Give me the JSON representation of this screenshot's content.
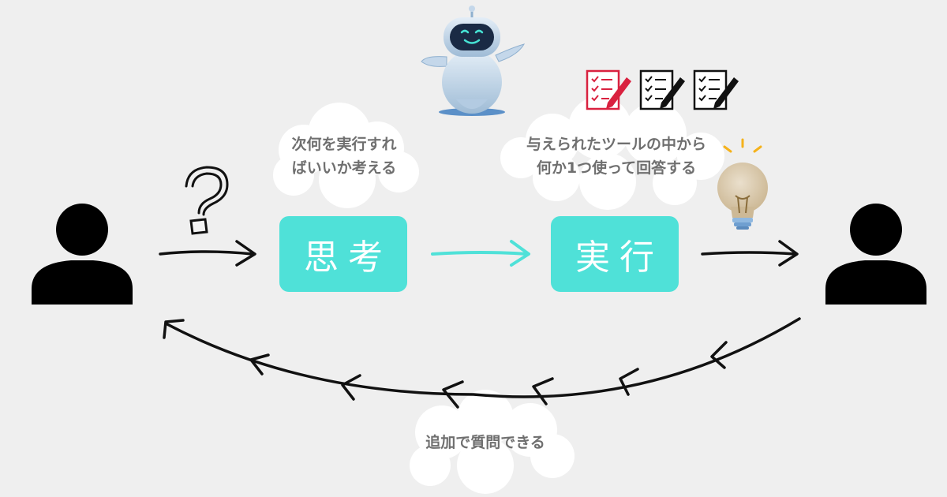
{
  "nodes": {
    "think_label": "思考",
    "execute_label": "実行"
  },
  "clouds": {
    "think_line1": "次何を実行すれ",
    "think_line2": "ばいいか考える",
    "execute_line1": "与えられたツールの中から",
    "execute_line2": "何か1つ使って回答する",
    "followup": "追加で質問できる"
  },
  "icons": {
    "left_user": "user-icon",
    "right_user": "user-icon",
    "question": "question-mark-icon",
    "robot": "robot-icon",
    "checklists": [
      "checklist-icon",
      "checklist-icon",
      "checklist-icon"
    ],
    "lightbulb": "lightbulb-icon"
  },
  "colors": {
    "background": "#efefef",
    "box": "#4fe1d8",
    "box_text": "#ffffff",
    "cloud": "#ffffff",
    "cloud_text": "#6f6f6f",
    "arrow": "#111111",
    "teal_arrow": "#4fe1d8",
    "checklist_active": "#d9213f"
  }
}
